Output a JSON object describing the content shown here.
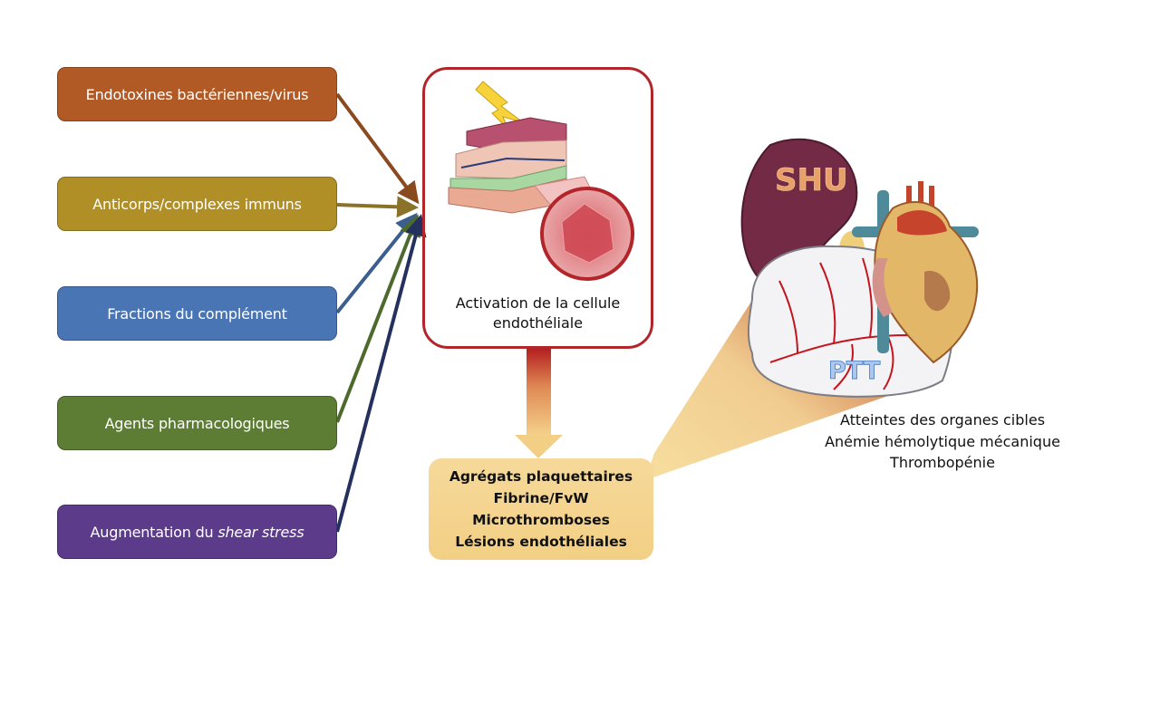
{
  "causes": [
    {
      "label": "Endotoxines bactériennes/virus",
      "color": "#b15a25",
      "arrow_color": "#8a4a20"
    },
    {
      "label": "Anticorps/complexes immuns",
      "color": "#b08f27",
      "arrow_color": "#8a7228"
    },
    {
      "label": "Fractions du complément",
      "color": "#4a75b4",
      "arrow_color": "#3b5e8e"
    },
    {
      "label": "Agents pharmacologiques",
      "color": "#5d7d35",
      "arrow_color": "#4d6a2c"
    },
    {
      "label_prefix": "Augmentation du ",
      "label_italic": "shear stress",
      "color": "#5b3b8a",
      "arrow_color": "#24305e"
    }
  ],
  "activation": {
    "line1": "Activation de la cellule",
    "line2": "endothéliale",
    "border_color": "#b2262b"
  },
  "result": {
    "lines": [
      "Agrégats plaquettaires",
      "Fibrine/FvW",
      "Microthromboses",
      "Lésions endothéliales"
    ]
  },
  "organs": {
    "kidney_label": "SHU",
    "brain_label": "PTT"
  },
  "outcomes": {
    "lines": [
      "Atteintes des organes cibles",
      "Anémie hémolytique mécanique",
      "Thrombopénie"
    ]
  }
}
